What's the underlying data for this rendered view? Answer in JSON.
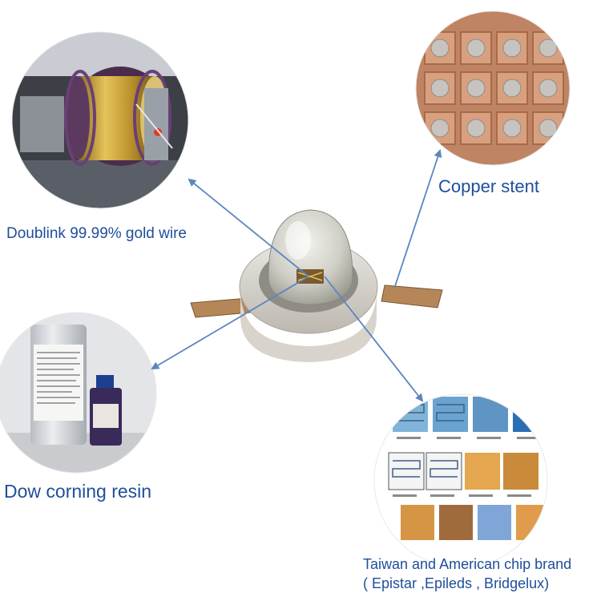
{
  "callouts": {
    "gold_wire": "Doublink 99.99% gold wire",
    "copper_stent": "Copper stent",
    "resin": "Dow corning resin",
    "chip_line1": "Taiwan and American chip brand",
    "chip_line2": "( Epistar ,Epileds , Bridgelux)"
  },
  "colors": {
    "label_text": "#1f4e9a",
    "arrow": "#5b86bf",
    "copper": "#c98a63",
    "gold": "#c9a43a",
    "background": "#ffffff"
  }
}
